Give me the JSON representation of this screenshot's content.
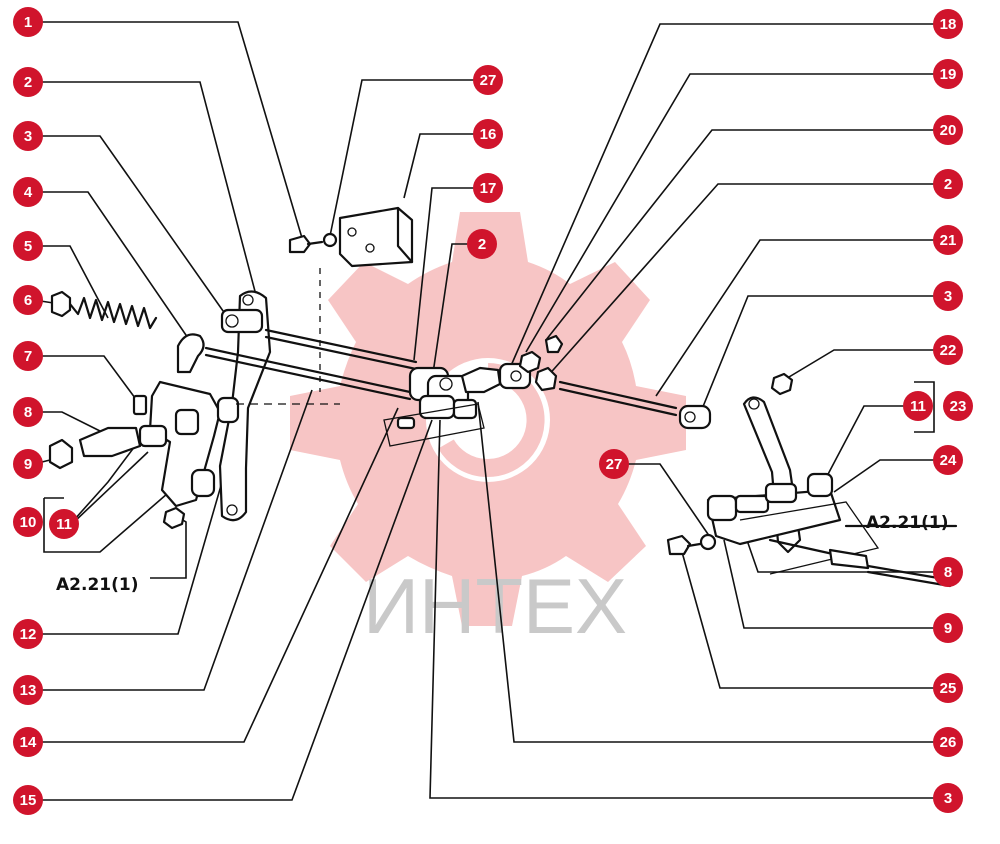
{
  "watermark": {
    "text": "ИНТЕХ",
    "color": "#f7c5c5"
  },
  "colors": {
    "callout": "#d0142c",
    "lines": "#111111"
  },
  "references": [
    "A2.21(1)",
    "A2.21(1)"
  ],
  "callouts": [
    {
      "id": "c-l1",
      "label": "1"
    },
    {
      "id": "c-l2",
      "label": "2"
    },
    {
      "id": "c-l3",
      "label": "3"
    },
    {
      "id": "c-l4",
      "label": "4"
    },
    {
      "id": "c-l5",
      "label": "5"
    },
    {
      "id": "c-l6",
      "label": "6"
    },
    {
      "id": "c-l7",
      "label": "7"
    },
    {
      "id": "c-l8",
      "label": "8"
    },
    {
      "id": "c-l9",
      "label": "9"
    },
    {
      "id": "c-l10",
      "label": "10"
    },
    {
      "id": "c-l11",
      "label": "11"
    },
    {
      "id": "c-l12",
      "label": "12"
    },
    {
      "id": "c-l13",
      "label": "13"
    },
    {
      "id": "c-l14",
      "label": "14"
    },
    {
      "id": "c-l15",
      "label": "15"
    },
    {
      "id": "c-t27",
      "label": "27"
    },
    {
      "id": "c-t16",
      "label": "16"
    },
    {
      "id": "c-t17",
      "label": "17"
    },
    {
      "id": "c-t2",
      "label": "2"
    },
    {
      "id": "c-r18",
      "label": "18"
    },
    {
      "id": "c-r19",
      "label": "19"
    },
    {
      "id": "c-r20",
      "label": "20"
    },
    {
      "id": "c-r2",
      "label": "2"
    },
    {
      "id": "c-r21",
      "label": "21"
    },
    {
      "id": "c-r3",
      "label": "3"
    },
    {
      "id": "c-r22",
      "label": "22"
    },
    {
      "id": "c-r11",
      "label": "11"
    },
    {
      "id": "c-r23",
      "label": "23"
    },
    {
      "id": "c-r24",
      "label": "24"
    },
    {
      "id": "c-r27",
      "label": "27"
    },
    {
      "id": "c-r8",
      "label": "8"
    },
    {
      "id": "c-r9",
      "label": "9"
    },
    {
      "id": "c-r25",
      "label": "25"
    },
    {
      "id": "c-r26",
      "label": "26"
    },
    {
      "id": "c-r3b",
      "label": "3"
    }
  ]
}
